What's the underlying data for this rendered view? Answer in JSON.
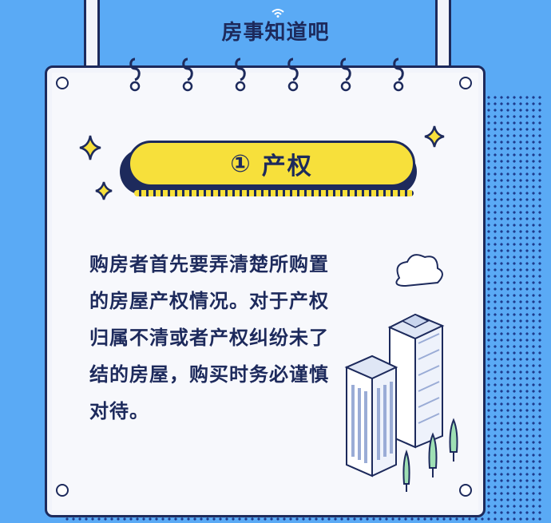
{
  "brand": {
    "name": "房事知道吧"
  },
  "title": {
    "number": "①",
    "text": "产权"
  },
  "body": {
    "text": "购房者首先要弄清楚所购置的房屋产权情况。对于产权归属不清或者产权纠纷未了结的房屋，购买时务必谨慎对待。"
  },
  "colors": {
    "background": "#5aaaf5",
    "ink": "#1d2a5c",
    "pill": "#f7e03b",
    "card": "#f7f8fc"
  }
}
